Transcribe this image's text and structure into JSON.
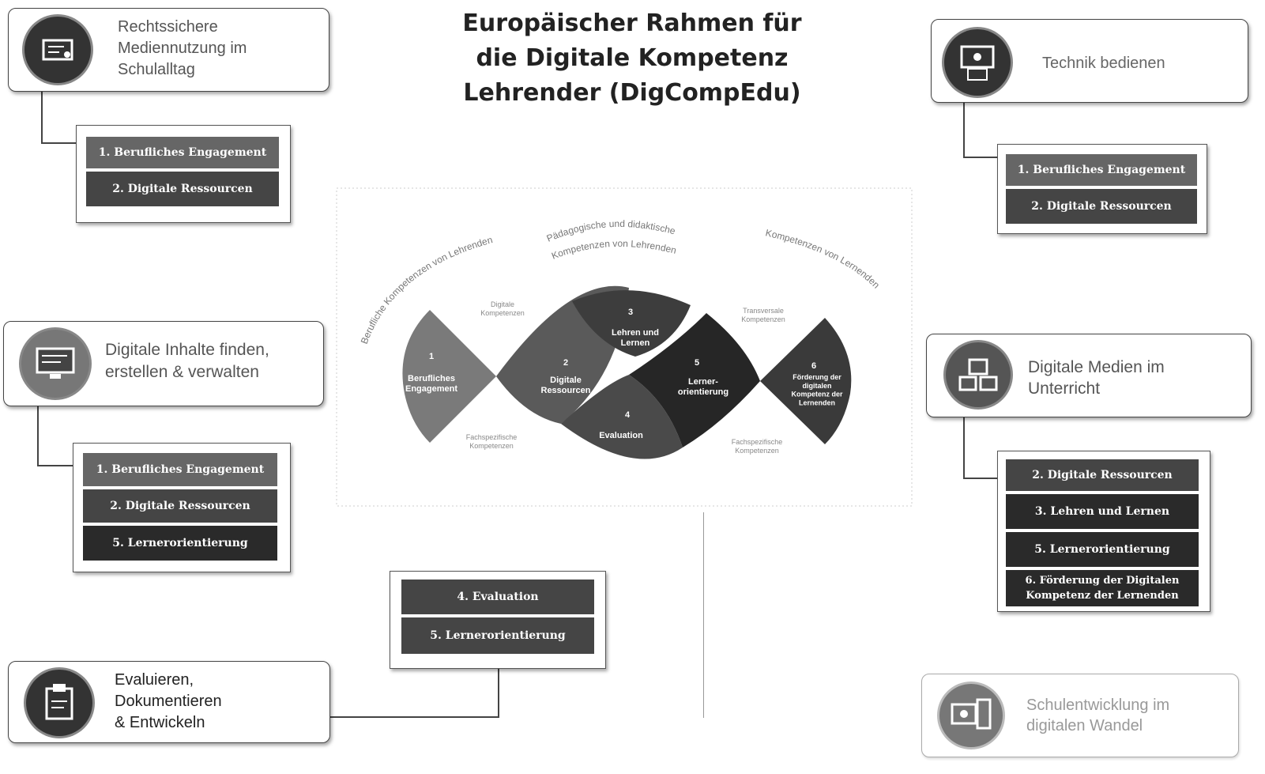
{
  "title": [
    "Europäischer Rahmen für",
    "die Digitale Kompetenz",
    "Lehrender (DigCompEdu)"
  ],
  "cards": {
    "rechtssicher": "Rechtssichere\nMediennutzung im\nSchulalltag",
    "technik": "Technik bedienen",
    "inhalte": "Digitale Inhalte finden,\nerstellen & verwalten",
    "medien": "Digitale Medien im\nUnterricht",
    "evaluieren": "Evaluieren,\nDokumentieren\n& Entwickeln",
    "schulentwicklung": "Schulentwicklung im\ndigitalen Wandel"
  },
  "icons": {
    "rechtssicher": "certificate-icon",
    "technik": "devices-icon",
    "inhalte": "monitor-icon",
    "medien": "media-boxes-icon",
    "evaluieren": "clipboard-icon",
    "schulentwicklung": "tablet-icon"
  },
  "bars": {
    "rechtssicher": [
      "1. Berufliches Engagement",
      "2. Digitale Ressourcen"
    ],
    "technik": [
      "1. Berufliches Engagement",
      "2. Digitale Ressourcen"
    ],
    "inhalte": [
      "1. Berufliches Engagement",
      "2. Digitale Ressourcen",
      "5. Lernerorientierung"
    ],
    "evaluieren": [
      "4. Evaluation",
      "5. Lernerorientierung"
    ],
    "medien": [
      "2. Digitale Ressourcen",
      "3. Lehren und Lernen",
      "5. Lernerorientierung",
      "6. Förderung der Digitalen\nKompetenz der Lernenden"
    ]
  },
  "diagram": {
    "arc_left": "Berufliche Kompetenzen von Lehrenden",
    "arc_mid_1": "Pädagogische und didaktische",
    "arc_mid_2": "Kompetenzen von Lehrenden",
    "arc_right": "Kompetenzen von Lernenden",
    "note_digitale": "Digitale\nKompetenzen",
    "note_transversale": "Transversale\nKompetenzen",
    "note_fach_left": "Fachspezifische\nKompetenzen",
    "note_fach_right": "Fachspezifische\nKompetenzen",
    "seg1": "Berufliches\nEngagement",
    "seg2": "Digitale\nRessourcen",
    "seg3": "Lehren und\nLernen",
    "seg4": "Evaluation",
    "seg5": "Lerner-\norientierung",
    "seg6": "Förderung der\ndigitalen\nKompetenz der\nLernenden",
    "num1": "1",
    "num2": "2",
    "num3": "3",
    "num4": "4",
    "num5": "5",
    "num6": "6"
  }
}
